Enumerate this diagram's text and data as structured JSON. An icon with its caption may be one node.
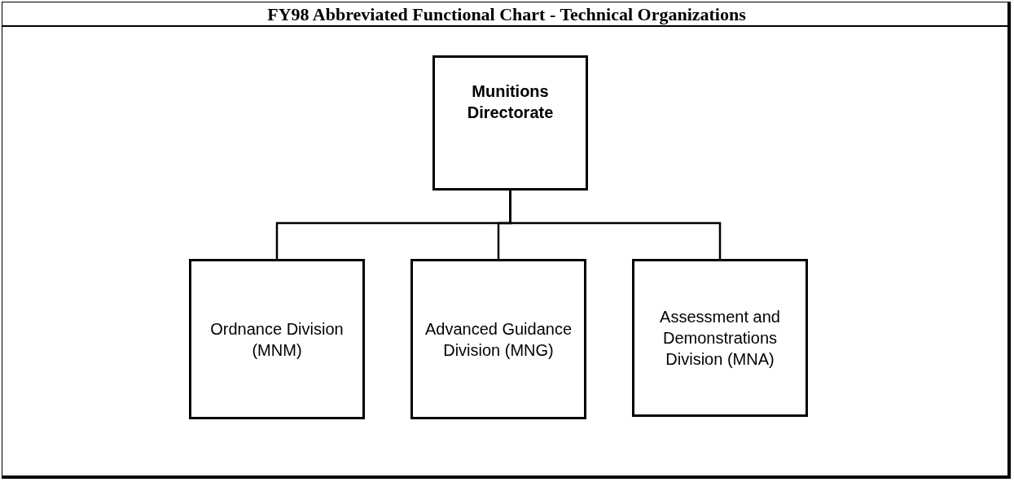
{
  "diagram": {
    "title": "FY98 Abbreviated Functional Chart - Technical Organizations",
    "nodes": [
      {
        "text": [
          "Munitions Directorate"
        ]
      },
      {
        "text": [
          "Ordnance Division (MNM)"
        ]
      },
      {
        "text": [
          "Advanced Guidance Division (MNG)"
        ]
      },
      {
        "text": [
          "Assessment and Demonstrations Division (MNA)"
        ]
      }
    ],
    "edges": [
      {
        "from": 0,
        "to": 1,
        "arrow": "none"
      },
      {
        "from": 0,
        "to": 2,
        "arrow": "none"
      },
      {
        "from": 0,
        "to": 3,
        "arrow": "none"
      }
    ]
  }
}
